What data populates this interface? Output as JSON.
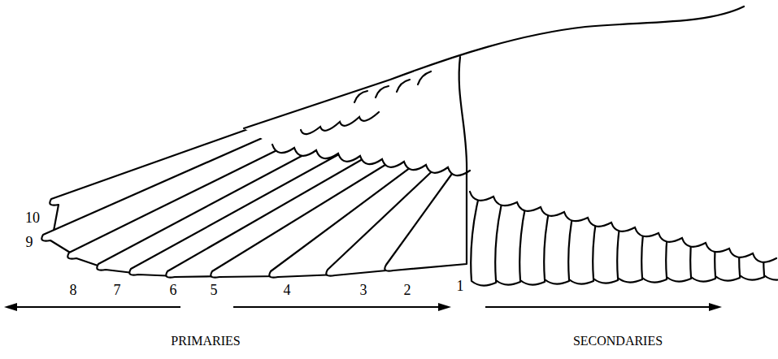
{
  "diagram": {
    "labels": [
      "10",
      "9",
      "8",
      "7",
      "6",
      "5",
      "4",
      "3",
      "2",
      "1",
      "PRIMARIES",
      "SECONDARIES"
    ]
  }
}
